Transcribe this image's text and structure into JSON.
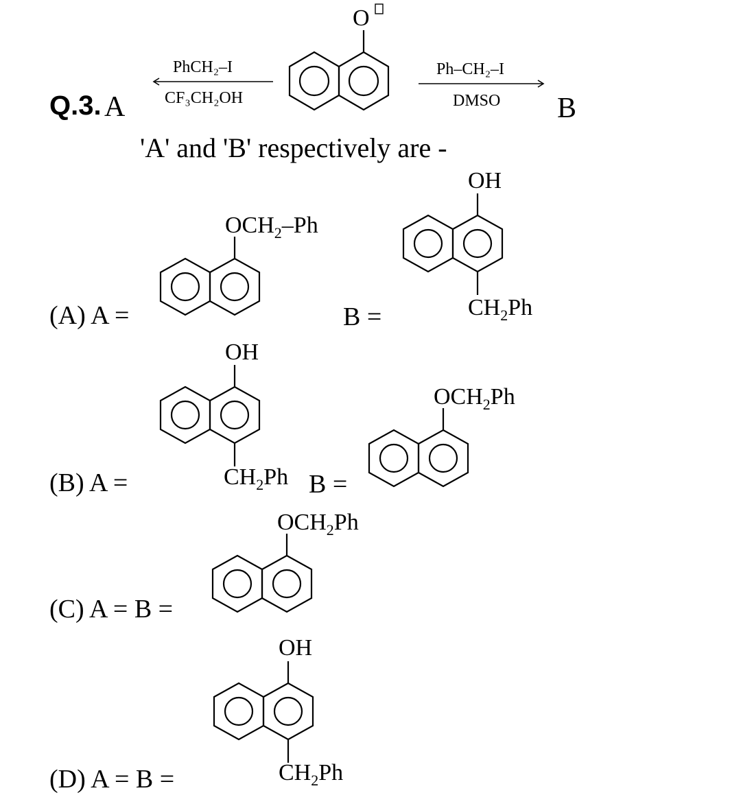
{
  "question": {
    "number": "Q.3.",
    "left_product": "A",
    "right_product": "B",
    "stem": "'A' and 'B' respectively are -"
  },
  "reaction": {
    "reactant_label": "O",
    "left_arrow": {
      "reagent_top": "PhCH₂–I",
      "reagent_bottom": "CF₃CH₂OH"
    },
    "right_arrow": {
      "reagent_top": "Ph–CH₂–I",
      "reagent_bottom": "DMSO"
    }
  },
  "options": [
    {
      "label": "(A) A =",
      "b_label": "B =",
      "a_structure": "OCH₂–Ph",
      "b_top": "OH",
      "b_bottom": "CH₂Ph"
    },
    {
      "label": "(B) A =",
      "b_label": "B =",
      "a_top": "OH",
      "a_bottom": "CH₂Ph",
      "b_structure": "OCH₂Ph"
    },
    {
      "label": "(C) A = B =",
      "structure": "OCH₂Ph"
    },
    {
      "label": "(D) A = B =",
      "top": "OH",
      "bottom": "CH₂Ph"
    }
  ]
}
